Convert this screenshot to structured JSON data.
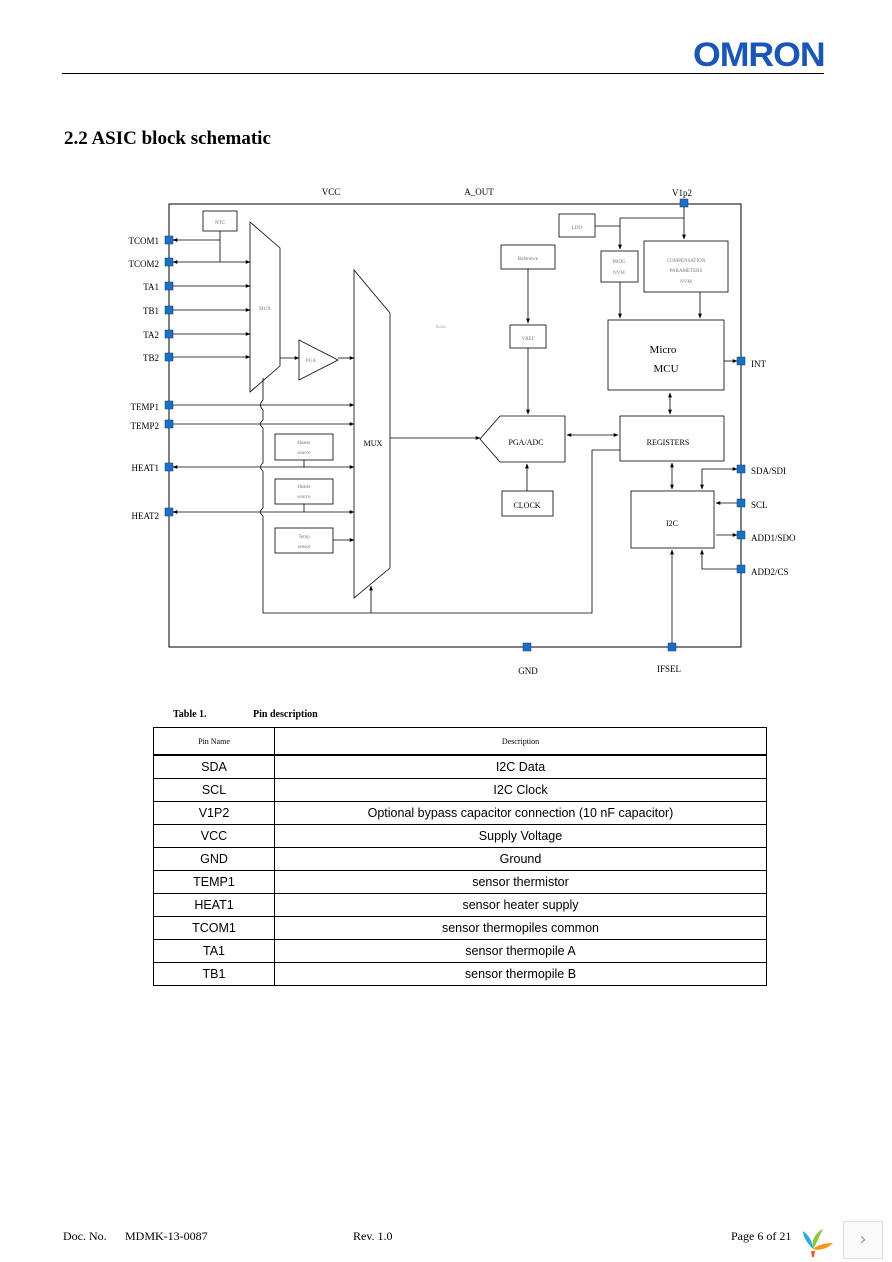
{
  "header": {
    "logo": "OMRON"
  },
  "section": {
    "title": "2.2  ASIC block schematic"
  },
  "diagram": {
    "top_labels": {
      "vcc": "VCC",
      "a_out": "A_OUT",
      "v1p2": "V1p2"
    },
    "left_pins": [
      "TCOM1",
      "TCOM2",
      "TA1",
      "TB1",
      "TA2",
      "TB2",
      "TEMP1",
      "TEMP2",
      "HEAT1",
      "HEAT2"
    ],
    "right_pins": {
      "int": "INT",
      "sda": "SDA/SDI",
      "scl": "SCL",
      "add1": "ADD1/SDO",
      "add2": "ADD2/CS"
    },
    "bottom_pins": {
      "gnd": "GND",
      "ifsel": "IFSEL"
    },
    "blocks": {
      "mux": "MUX",
      "pga_adc": "PGA/ADC",
      "clock": "CLOCK",
      "micro_line1": "Micro",
      "micro_line2": "MCU",
      "registers": "REGISTERS",
      "i2c": "I2C",
      "small_mux": "MUX",
      "amp": "PGA",
      "vref": "VREF",
      "reference": "Reference",
      "ldo": "LDO",
      "nvm_line1": "PROG",
      "nvm_line2": "NVM",
      "comp_line1": "COMPENSATION",
      "comp_line2": "PARAMETERS",
      "comp_line3": "NVM",
      "heater1_line1": "Heater",
      "heater1_line2": "source",
      "heater2_line1": "Heater",
      "heater2_line2": "source",
      "temp_line1": "Temp",
      "temp_line2": "sensor",
      "ntc": "NTC",
      "buffer": "Buffer"
    }
  },
  "table": {
    "caption_label": "Table 1.",
    "caption_title": "Pin description",
    "headers": [
      "Pin Name",
      "Description"
    ],
    "rows": [
      [
        "SDA",
        "I2C Data"
      ],
      [
        "SCL",
        "I2C Clock"
      ],
      [
        "V1P2",
        "Optional bypass capacitor connection (10 nF capacitor)"
      ],
      [
        "VCC",
        "Supply Voltage"
      ],
      [
        "GND",
        "Ground"
      ],
      [
        "TEMP1",
        "sensor thermistor"
      ],
      [
        "HEAT1",
        "sensor heater supply"
      ],
      [
        "TCOM1",
        "sensor thermopiles common"
      ],
      [
        "TA1",
        "sensor thermopile A"
      ],
      [
        "TB1",
        "sensor thermopile B"
      ]
    ]
  },
  "footer": {
    "doc_label": "Doc. No.",
    "doc_no": "MDMK-13-0087",
    "rev": "Rev. 1.0",
    "page": "Page 6 of 21"
  },
  "nav": {
    "next_icon": "chevron-right-icon"
  }
}
